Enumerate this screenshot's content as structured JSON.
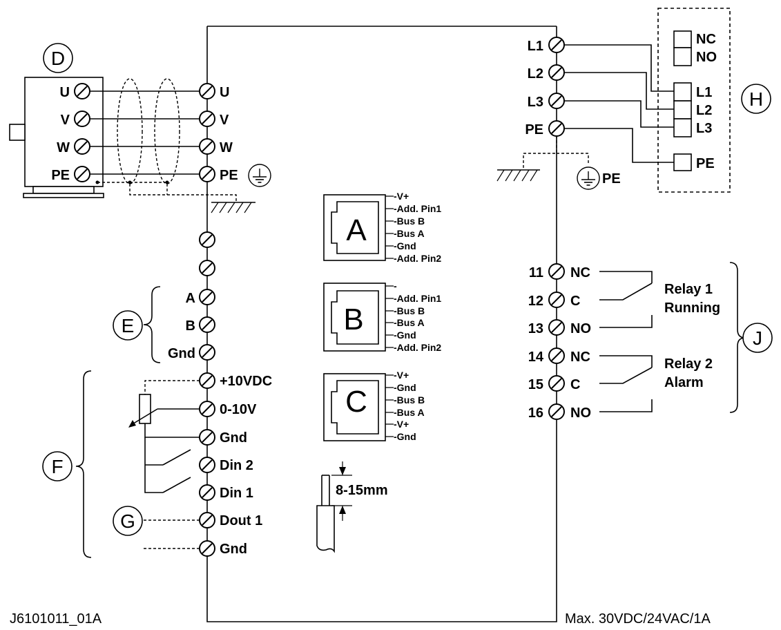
{
  "motor": {
    "terminals": [
      "U",
      "V",
      "W",
      "PE"
    ]
  },
  "drive": {
    "motor_terminals": [
      "U",
      "V",
      "W",
      "PE"
    ],
    "power_terminals": [
      "L1",
      "L2",
      "L3",
      "PE"
    ],
    "bus_terminals": [
      "A",
      "B",
      "Gnd"
    ],
    "io_terminals": [
      "+10VDC",
      "0-10V",
      "Gnd",
      "Din 2",
      "Din 1",
      "Dout 1",
      "Gnd"
    ],
    "relay_terminals": [
      {
        "num": "11",
        "name": "NC"
      },
      {
        "num": "12",
        "name": "C"
      },
      {
        "num": "13",
        "name": "NO"
      },
      {
        "num": "14",
        "name": "NC"
      },
      {
        "num": "15",
        "name": "C"
      },
      {
        "num": "16",
        "name": "NO"
      }
    ]
  },
  "connectors": [
    {
      "letter": "A",
      "pins": [
        "-V+",
        "-Add. Pin1",
        "-Bus B",
        "-Bus A",
        "-Gnd",
        "-Add. Pin2"
      ]
    },
    {
      "letter": "B",
      "pins": [
        "-",
        "-Add. Pin1",
        "-Bus B",
        "-Bus A",
        "-Gnd",
        "-Add. Pin2"
      ]
    },
    {
      "letter": "C",
      "pins": [
        "-V+",
        "-Gnd",
        "-Bus B",
        "-Bus A",
        "-V+",
        "-Gnd"
      ]
    }
  ],
  "mains_switch": {
    "contacts": [
      "NC",
      "NO"
    ],
    "inputs": [
      "L1",
      "L2",
      "L3"
    ],
    "pe": "PE"
  },
  "relays": [
    {
      "line1": "Relay 1",
      "line2": "Running"
    },
    {
      "line1": "Relay 2",
      "line2": "Alarm"
    }
  ],
  "earth_label": "PE",
  "motor_earth_label": "PE",
  "callouts": {
    "D": "D",
    "E": "E",
    "F": "F",
    "G": "G",
    "H": "H",
    "J": "J"
  },
  "strip_length": "8-15mm",
  "doc_id": "J6101011_01A",
  "relay_rating": "Max. 30VDC/24VAC/1A"
}
